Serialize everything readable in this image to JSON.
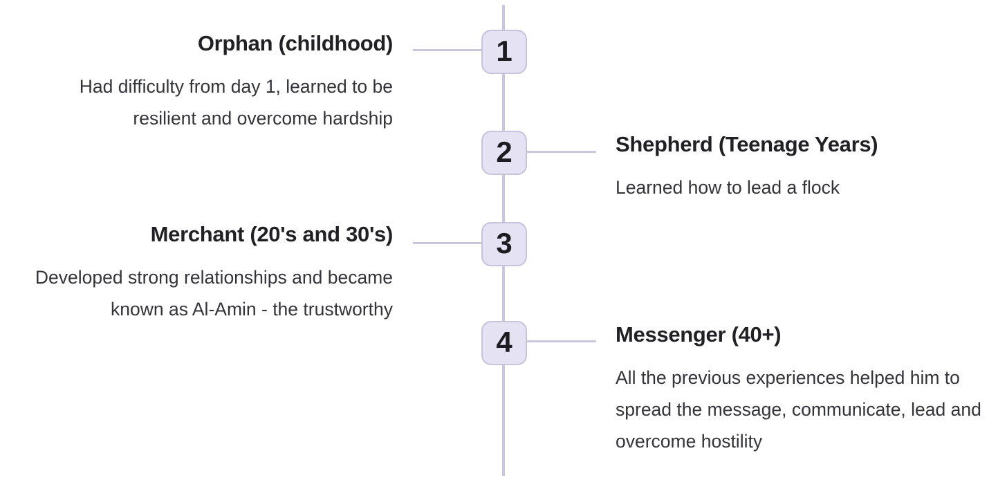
{
  "timeline": {
    "items": [
      {
        "number": "1",
        "side": "left",
        "title": "Orphan (childhood)",
        "description": "Had difficulty from day 1, learned to be resilient and overcome hardship"
      },
      {
        "number": "2",
        "side": "right",
        "title": "Shepherd (Teenage Years)",
        "description": "Learned how to lead a flock"
      },
      {
        "number": "3",
        "side": "left",
        "title": "Merchant (20's and 30's)",
        "description": "Developed strong relationships and became known as Al-Amin - the trustworthy"
      },
      {
        "number": "4",
        "side": "right",
        "title": "Messenger (40+)",
        "description": "All the previous experiences helped him to spread the message, communicate, lead and overcome hostility"
      }
    ],
    "colors": {
      "background": "#ffffff",
      "line": "#c9c7dd",
      "node_fill": "#e4e2f3",
      "node_border": "#c6c4dc",
      "node_number": "#1c1c21",
      "title_text": "#202025",
      "body_text": "#33333a"
    }
  }
}
